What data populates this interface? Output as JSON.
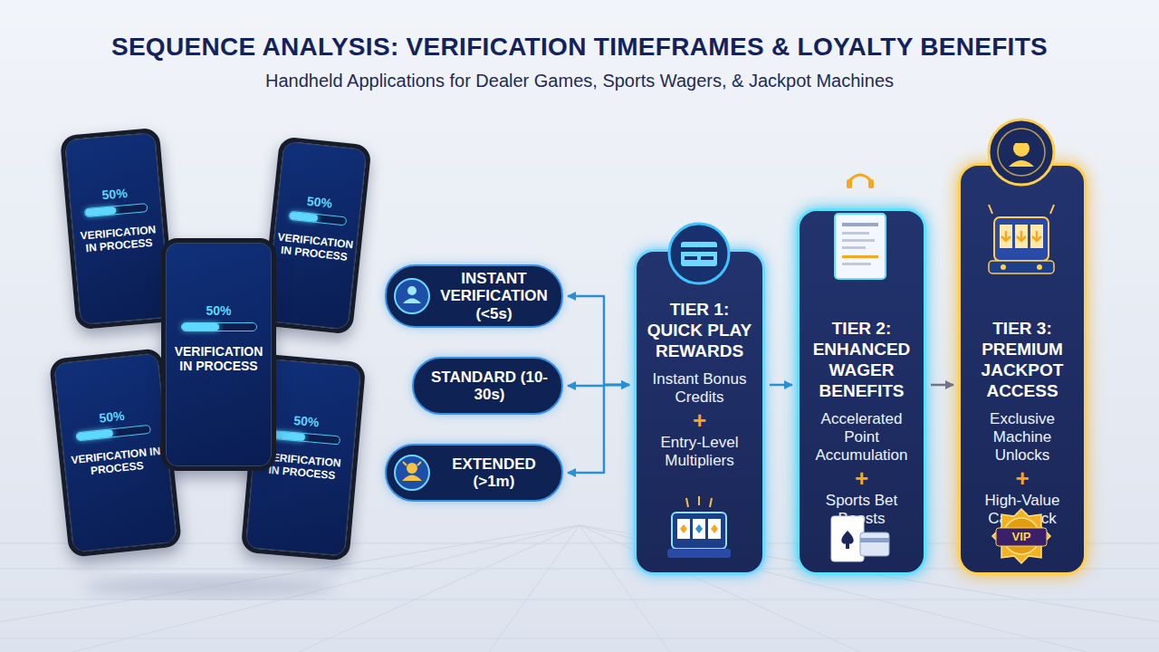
{
  "diagram": {
    "title": "SEQUENCE ANALYSIS: VERIFICATION TIMEFRAMES & LOYALTY BENEFITS",
    "nodes": [
      {
        "text": [
          "50%",
          "VERIFICATION IN PROCESS"
        ]
      },
      {
        "text": [
          "50%",
          "VERIFICATION IN PROCESS"
        ]
      },
      {
        "text": [
          "50%",
          "VERIFICATION IN PROCESS"
        ]
      },
      {
        "text": [
          "50%",
          "VERIFICATION IN PROCESS"
        ]
      },
      {
        "text": [
          "50%",
          "VERIFICATION IN PROCESS"
        ]
      },
      {
        "text": [
          "INSTANT VERIFICATION (<5s)"
        ]
      },
      {
        "text": [
          "STANDARD (10-30s)"
        ]
      },
      {
        "text": [
          "EXTENDED (>1m)"
        ]
      },
      {
        "text": [
          "TIER 1: QUICK PLAY REWARDS",
          "Instant Bonus Credits",
          "+",
          "Entry-Level Multipliers"
        ]
      },
      {
        "text": [
          "TIER 2: ENHANCED WAGER BENEFITS",
          "Accelerated Point Accumulation",
          "+",
          "Sports Bet Boosts"
        ]
      },
      {
        "text": [
          "TIER 3: PREMIUM JACKPOT ACCESS",
          "Exclusive Machine Unlocks",
          "+",
          "High-Value Cashback"
        ]
      }
    ],
    "edges": [
      {
        "from": 5,
        "to": 8,
        "arrow": "both"
      },
      {
        "from": 6,
        "to": 8,
        "arrow": "both"
      },
      {
        "from": 7,
        "to": 8,
        "arrow": "both"
      },
      {
        "from": 8,
        "to": 9,
        "arrow": "to"
      },
      {
        "from": 9,
        "to": 10,
        "arrow": "to"
      }
    ],
    "labels": [
      "Handheld Applications for Dealer Games, Sports Wagers, & Jackpot Machines",
      "VIP"
    ]
  }
}
